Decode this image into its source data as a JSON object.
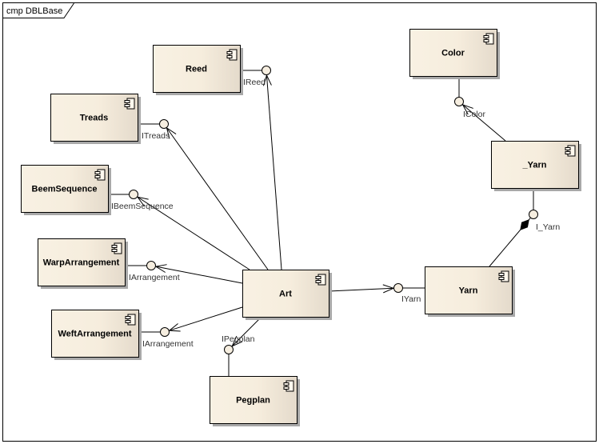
{
  "frame": {
    "title": "cmp DBLBase"
  },
  "components": [
    {
      "id": "reed",
      "name": "Reed"
    },
    {
      "id": "treads",
      "name": "Treads"
    },
    {
      "id": "beemsequence",
      "name": "BeemSequence"
    },
    {
      "id": "warparrangement",
      "name": "WarpArrangement"
    },
    {
      "id": "weftarrangement",
      "name": "WeftArrangement"
    },
    {
      "id": "art",
      "name": "Art"
    },
    {
      "id": "pegplan",
      "name": "Pegplan"
    },
    {
      "id": "yarn",
      "name": "Yarn"
    },
    {
      "id": "_yarn",
      "name": "_Yarn"
    },
    {
      "id": "color",
      "name": "Color"
    }
  ],
  "interfaces": [
    {
      "id": "ireed",
      "name": "IReed",
      "provided_by": "reed"
    },
    {
      "id": "itreads",
      "name": "ITreads",
      "provided_by": "treads"
    },
    {
      "id": "ibeemsequence",
      "name": "IBeemSequence",
      "provided_by": "beemsequence"
    },
    {
      "id": "iarrangement_warp",
      "name": "IArrangement",
      "provided_by": "warparrangement"
    },
    {
      "id": "iarrangement_weft",
      "name": "IArrangement",
      "provided_by": "weftarrangement"
    },
    {
      "id": "ipegplan",
      "name": "IPegplan",
      "provided_by": "pegplan"
    },
    {
      "id": "iyarn",
      "name": "IYarn",
      "provided_by": "yarn"
    },
    {
      "id": "i_yarn",
      "name": "I_Yarn",
      "provided_by": "_yarn"
    },
    {
      "id": "icolor",
      "name": "IColor",
      "provided_by": "color"
    }
  ],
  "dependencies": [
    {
      "from": "art",
      "to": "ireed",
      "type": "dependency"
    },
    {
      "from": "art",
      "to": "itreads",
      "type": "dependency"
    },
    {
      "from": "art",
      "to": "ibeemsequence",
      "type": "dependency"
    },
    {
      "from": "art",
      "to": "iarrangement_warp",
      "type": "dependency"
    },
    {
      "from": "art",
      "to": "iarrangement_weft",
      "type": "dependency"
    },
    {
      "from": "art",
      "to": "ipegplan",
      "type": "dependency"
    },
    {
      "from": "art",
      "to": "iyarn",
      "type": "dependency"
    },
    {
      "from": "yarn",
      "to": "i_yarn",
      "type": "composition"
    },
    {
      "from": "_yarn",
      "to": "icolor",
      "type": "dependency"
    }
  ]
}
